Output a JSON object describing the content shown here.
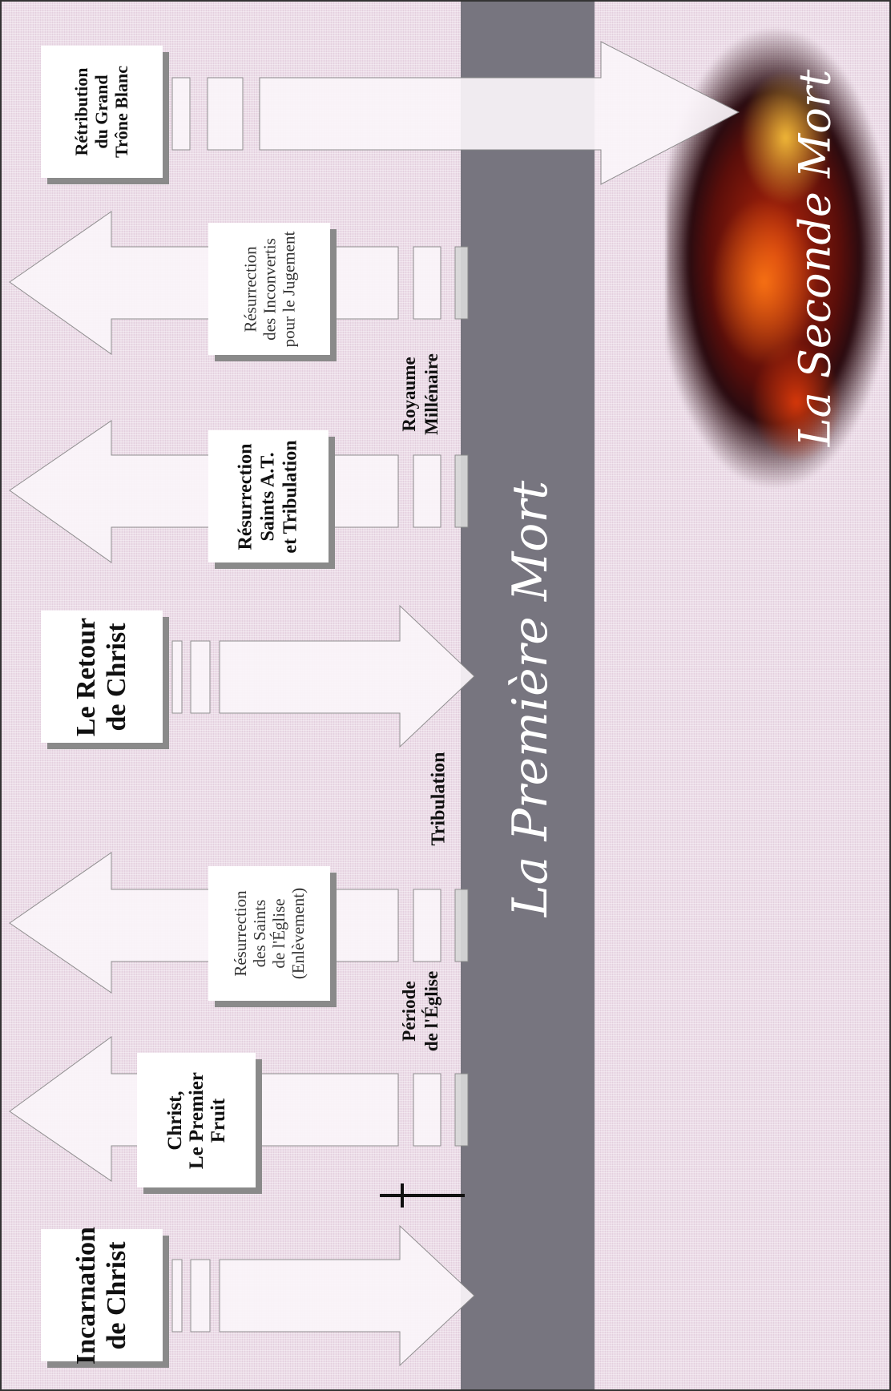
{
  "events": {
    "incarnation": "Incarnation\nde Christ",
    "premier_fruit": "Christ,\nLe Premier\nFruit",
    "enlevement": "Résurrection\ndes Saints\nde l'Église\n(Enlèvement)",
    "retour": "Le Retour\nde Christ",
    "saints_at": "Résurrection\nSaints A.T.\net Tribulation",
    "inconvertis": "Résurrection\ndes Inconvertis\npour le Jugement",
    "trone_blanc": "Rétribution\ndu Grand\nTrône Blanc"
  },
  "periods": {
    "eglise": "Période\nde l'Église",
    "tribulation": "Tribulation",
    "millenaire": "Royaume\nMillénaire"
  },
  "bands": {
    "premiere_mort": "La Première Mort",
    "seconde_mort": "La Seconde Mort"
  },
  "colors": {
    "background": "#ecdde8",
    "band": "#77757f",
    "fire": "#e0441a"
  }
}
